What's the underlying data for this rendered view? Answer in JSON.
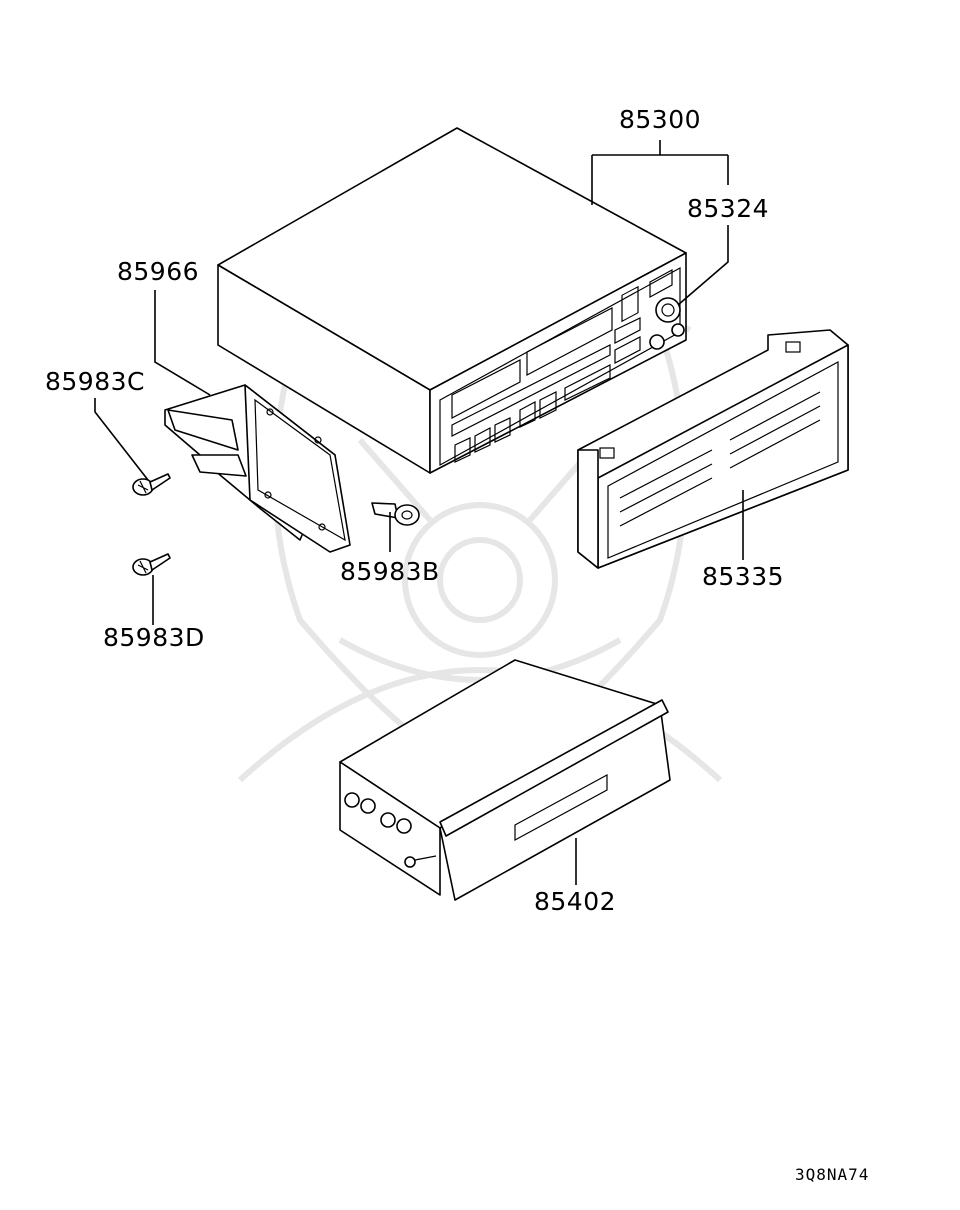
{
  "callouts": {
    "c85300": "85300",
    "c85324": "85324",
    "c85966": "85966",
    "c85983C": "85983C",
    "c85983B": "85983B",
    "c85335": "85335",
    "c85983D": "85983D",
    "c85402": "85402"
  },
  "diagram_code": "3Q8NA74"
}
